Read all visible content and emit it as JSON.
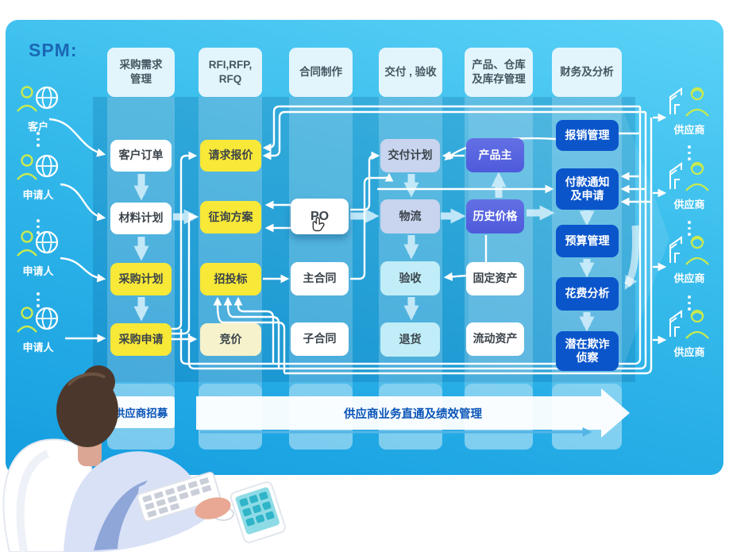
{
  "brand": "SPM:",
  "columns": [
    {
      "header": "采购需求\n管理"
    },
    {
      "header": "RFI,RFP,\nRFQ"
    },
    {
      "header": "合同制作"
    },
    {
      "header": "交付 , 验收"
    },
    {
      "header": "产品、仓库\n及库存管理"
    },
    {
      "header": "财务及分析"
    }
  ],
  "boxes": [
    {
      "label": "客户订单"
    },
    {
      "label": "材料计划"
    },
    {
      "label": "采购计划"
    },
    {
      "label": "采购申请"
    },
    {
      "label": "请求报价"
    },
    {
      "label": "征询方案"
    },
    {
      "label": "招投标"
    },
    {
      "label": "竞价"
    },
    {
      "label": "PO"
    },
    {
      "label": "主合同"
    },
    {
      "label": "子合同"
    },
    {
      "label": "交付计划"
    },
    {
      "label": "物流"
    },
    {
      "label": "验收"
    },
    {
      "label": "退货"
    },
    {
      "label": "产品主"
    },
    {
      "label": "历史价格"
    },
    {
      "label": "固定资产"
    },
    {
      "label": "流动资产"
    },
    {
      "label": "报销管理"
    },
    {
      "label": "付款通知\n及申请"
    },
    {
      "label": "预算管理"
    },
    {
      "label": "花费分析"
    },
    {
      "label": "潜在欺诈\n侦察"
    }
  ],
  "actors_left": [
    {
      "label": "客户"
    },
    {
      "label": "申请人"
    },
    {
      "label": "申请人"
    },
    {
      "label": "申请人"
    }
  ],
  "suppliers_right": [
    {
      "label": "供应商"
    },
    {
      "label": "供应商"
    },
    {
      "label": "供应商"
    },
    {
      "label": "供应商"
    }
  ],
  "footer": {
    "recruit": "供应商招募",
    "passthrough": "供应商业务直通及绩效管理"
  },
  "icons": {
    "left_actor": "person-with-globe-icon",
    "right_supplier": "house-with-worker-icon",
    "po_pointer": "hand-cursor-icon"
  },
  "colors": {
    "slide_top": "#5bd2f7",
    "slide_bottom": "#149de0",
    "node_yellow": "#f8e837",
    "node_cream": "#f6f2cb",
    "node_lavender": "#c9d4ee",
    "node_cyan": "#c0edf7",
    "node_indigo": "#4e5adb",
    "node_dark_blue": "#0b55cb",
    "accent_text_blue": "#0b55b8",
    "actor_icon_green": "#c9ea4f",
    "brand_blue": "#1a68b5"
  }
}
